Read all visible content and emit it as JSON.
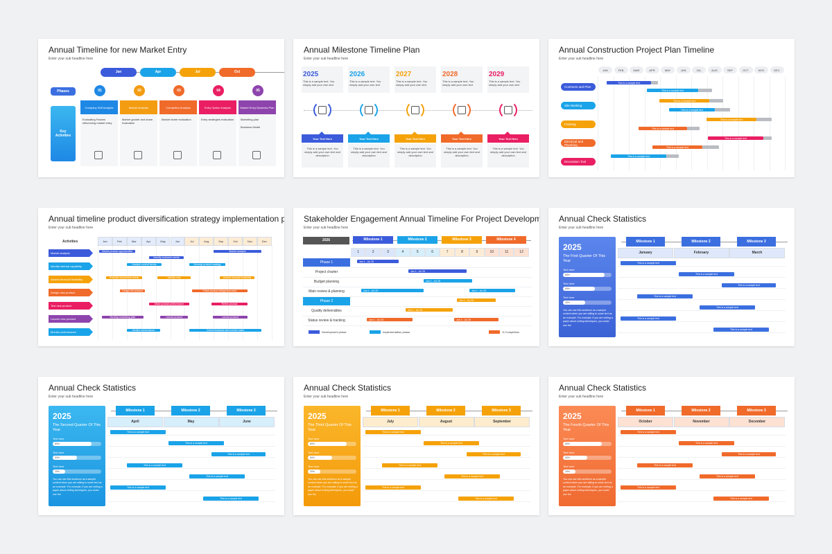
{
  "subtitle": "Enter your sub headline here",
  "s1": {
    "title": "Annual Timeline for new Market Entry",
    "months": [
      "Jan",
      "Apr",
      "Jul",
      "Oct"
    ],
    "phases_label": "Phases",
    "key_label": "Key Activities",
    "nums": [
      "01",
      "02",
      "03",
      "04",
      "05"
    ],
    "cols": [
      {
        "h": "Company Self Analysis",
        "items": [
          "Evaluating Factors influencing market entry"
        ],
        "color": "#1e88e5"
      },
      {
        "h": "Market Analysis",
        "items": [
          "Market growth and share evaluation"
        ],
        "color": "#f39c12"
      },
      {
        "h": "Competitor Analysis",
        "items": [
          "Market share evaluation"
        ],
        "color": "#f06a2a"
      },
      {
        "h": "Entry Option Analysis",
        "items": [
          "Entry strategies evaluation"
        ],
        "color": "#e91e63"
      },
      {
        "h": "Market Entry Business Plan",
        "items": [
          "Marketing plan",
          "Business Model"
        ],
        "color": "#8e44ad"
      }
    ]
  },
  "s2": {
    "title": "Annual Milestone Timeline Plan",
    "years": [
      {
        "y": "2025",
        "c": "#3b5bdb"
      },
      {
        "y": "2026",
        "c": "#1aa3e8"
      },
      {
        "y": "2027",
        "c": "#f5a20a"
      },
      {
        "y": "2028",
        "c": "#f06a2a"
      },
      {
        "y": "2029",
        "c": "#e91e63"
      }
    ],
    "sample": "This is a sample text. You simply add your own text",
    "btn": "Your Text Here",
    "desc": "This is a sample text. You simply add your own text and description"
  },
  "s3": {
    "title": "Annual Construction Project Plan Timeline",
    "months": [
      "JAN",
      "FEB",
      "MAR",
      "APR",
      "MAY",
      "JUN",
      "JUL",
      "AUG",
      "SEP",
      "OCT",
      "NOV",
      "DEC"
    ],
    "rows": [
      {
        "l": "Contracts and Plan",
        "c": "#3b5bdb"
      },
      {
        "l": "Site Working",
        "c": "#1aa3e8"
      },
      {
        "l": "Framing",
        "c": "#f5a20a"
      },
      {
        "l": "Electrical and Plumbing",
        "c": "#f06a2a"
      },
      {
        "l": "Decoration Tool",
        "c": "#e91e63"
      }
    ],
    "bar_text": "This is a sample text"
  },
  "s4": {
    "title": "Annual timeline product diversification strategy implementation plan",
    "act": "Activities",
    "months": [
      "Jan",
      "Feb",
      "Mar",
      "Apr",
      "May",
      "Jun",
      "Jul",
      "Aug",
      "Sep",
      "Oct",
      "Nov",
      "Dec"
    ],
    "rows": [
      {
        "l": "Market analysis",
        "c": "#3b5bdb"
      },
      {
        "l": "Identify internal capability",
        "c": "#1aa3e8"
      },
      {
        "l": "Assess financial feasibility",
        "c": "#f5a20a"
      },
      {
        "l": "Design new product",
        "c": "#f06a2a"
      },
      {
        "l": "Test new product",
        "c": "#e91e63"
      },
      {
        "l": "Launch new product",
        "c": "#8e44ad"
      },
      {
        "l": "Monitor performance",
        "c": "#1aa3e8"
      }
    ],
    "bars": [
      "Market product opportunities",
      "Identify customer needs",
      "Market analysis",
      "Analyze current trends",
      "Develop product strategy",
      "Evaluate investment needs",
      "Identify cost",
      "Assess financial feasibility",
      "Design the product",
      "Finish product design/test need",
      "Make product performance",
      "Refine product",
      "Develop marketing plan",
      "Launch product",
      "Launch product",
      "Monitor performance",
      "Collect feedback and monitor sales"
    ]
  },
  "s5": {
    "title": "Stakeholder Engagement Annual Timeline For Project Development",
    "year": "2026",
    "milestones": [
      "Milestone 1",
      "Milestone 2",
      "Milestone 3",
      "Milestone 4"
    ],
    "nums": [
      "1",
      "2",
      "3",
      "4",
      "5",
      "6",
      "7",
      "8",
      "9",
      "10",
      "11",
      "12"
    ],
    "rows": [
      "Phase 1",
      "Project charter",
      "Budget planning",
      "Main review & planning",
      "Phase 2",
      "Quality deliverables",
      "Status review & tracking"
    ],
    "legend": [
      "Development phase",
      "Implementation phase",
      "% Completion"
    ],
    "bar_text": "Jan 1 - Jul 25"
  },
  "q": [
    {
      "title": "Annual Check Statistics",
      "year": "2025",
      "quarter": "The First Quarter Of This Year",
      "months": [
        "January",
        "February",
        "March"
      ],
      "color": "#3b6fe0",
      "light": "#dfe8fb",
      "grad": "linear-gradient(180deg,#5b86ec,#3b62d6)",
      "pct": [
        "85%",
        "65%",
        "45%"
      ]
    },
    {
      "title": "Annual Check Statistics",
      "year": "2025",
      "quarter": "The Second Quarter Of This Year",
      "months": [
        "April",
        "May",
        "June"
      ],
      "color": "#1aa3e8",
      "light": "#d7eefb",
      "grad": "linear-gradient(180deg,#3bb7f0,#1b95e0)",
      "pct": [
        "80%",
        "50%",
        "25%"
      ]
    },
    {
      "title": "Annual Check Statistics",
      "year": "2025",
      "quarter": "The Third Quarter Of This Year",
      "months": [
        "July",
        "August",
        "September"
      ],
      "color": "#f5a20a",
      "light": "#fdeccd",
      "grad": "linear-gradient(180deg,#fbb62a,#f39a0a)",
      "pct": [
        "80%",
        "50%",
        "25%"
      ]
    },
    {
      "title": "Annual Check Statistics",
      "year": "2025",
      "quarter": "The Fourth Quarter Of This Year",
      "months": [
        "October",
        "November",
        "December"
      ],
      "color": "#f06a2a",
      "light": "#fde1d3",
      "grad": "linear-gradient(180deg,#fb8a55,#ef6a30)",
      "pct": [
        "80%",
        "50%",
        "25%"
      ]
    }
  ],
  "q_common": {
    "milestones": [
      "Milestone 1",
      "Milestone 2",
      "Milestone 3"
    ],
    "text_here": "Text here",
    "para": "You can use this sentence as a sample content when you are willing to some text as an example. For example, if you are writing a paper about writing techniques, you could use the",
    "bar": "This is a sample text"
  }
}
